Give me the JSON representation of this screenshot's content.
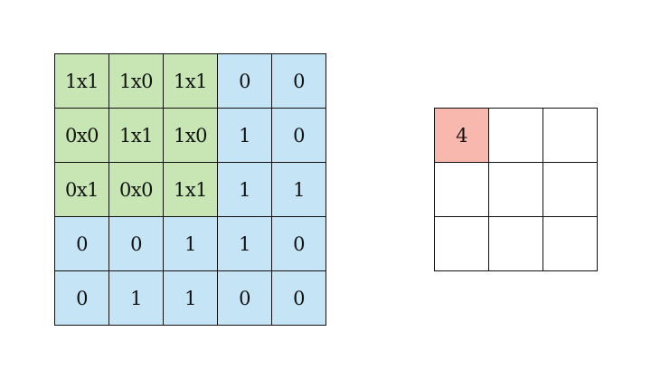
{
  "colors": {
    "input_cell": "#c5e4f5",
    "kernel_cell": "#c8e6b4",
    "output_highlight": "#f9b8ae",
    "output_cell": "#ffffff"
  },
  "input_matrix": {
    "rows": [
      [
        {
          "text": "1x1",
          "kernel": true
        },
        {
          "text": "1x0",
          "kernel": true
        },
        {
          "text": "1x1",
          "kernel": true
        },
        {
          "text": "0",
          "kernel": false
        },
        {
          "text": "0",
          "kernel": false
        }
      ],
      [
        {
          "text": "0x0",
          "kernel": true
        },
        {
          "text": "1x1",
          "kernel": true
        },
        {
          "text": "1x0",
          "kernel": true
        },
        {
          "text": "1",
          "kernel": false
        },
        {
          "text": "0",
          "kernel": false
        }
      ],
      [
        {
          "text": "0x1",
          "kernel": true
        },
        {
          "text": "0x0",
          "kernel": true
        },
        {
          "text": "1x1",
          "kernel": true
        },
        {
          "text": "1",
          "kernel": false
        },
        {
          "text": "1",
          "kernel": false
        }
      ],
      [
        {
          "text": "0",
          "kernel": false
        },
        {
          "text": "0",
          "kernel": false
        },
        {
          "text": "1",
          "kernel": false
        },
        {
          "text": "1",
          "kernel": false
        },
        {
          "text": "0",
          "kernel": false
        }
      ],
      [
        {
          "text": "0",
          "kernel": false
        },
        {
          "text": "1",
          "kernel": false
        },
        {
          "text": "1",
          "kernel": false
        },
        {
          "text": "0",
          "kernel": false
        },
        {
          "text": "0",
          "kernel": false
        }
      ]
    ]
  },
  "output_matrix": {
    "rows": [
      [
        {
          "text": "4",
          "highlight": true
        },
        {
          "text": "",
          "highlight": false
        },
        {
          "text": "",
          "highlight": false
        }
      ],
      [
        {
          "text": "",
          "highlight": false
        },
        {
          "text": "",
          "highlight": false
        },
        {
          "text": "",
          "highlight": false
        }
      ],
      [
        {
          "text": "",
          "highlight": false
        },
        {
          "text": "",
          "highlight": false
        },
        {
          "text": "",
          "highlight": false
        }
      ]
    ]
  }
}
